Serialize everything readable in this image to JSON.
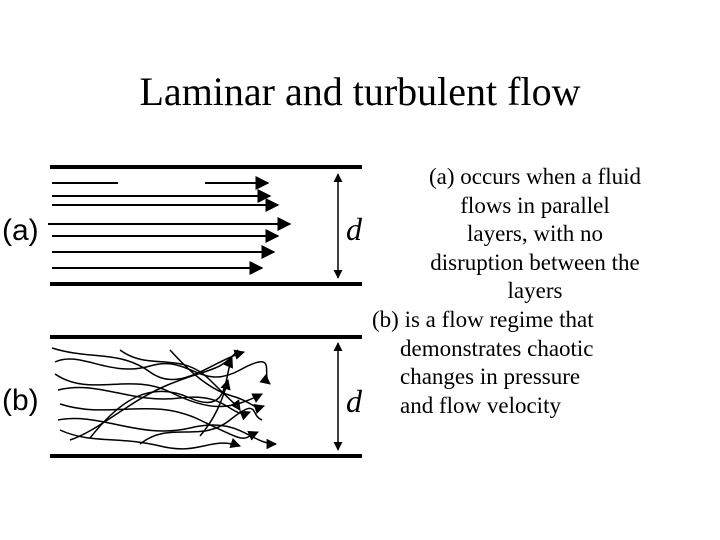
{
  "title": "Laminar and turbulent flow",
  "figure": {
    "panel_a_label": "(a)",
    "panel_b_label": "(b)",
    "dimension_label": "d"
  },
  "description": {
    "a_lines": [
      "(a) occurs when a fluid",
      "flows in parallel",
      "layers, with no",
      "disruption between the",
      "layers"
    ],
    "b_first_line": "(b) is a flow regime that",
    "b_lines": [
      "demonstrates chaotic",
      "changes in pressure",
      "and flow velocity"
    ]
  }
}
